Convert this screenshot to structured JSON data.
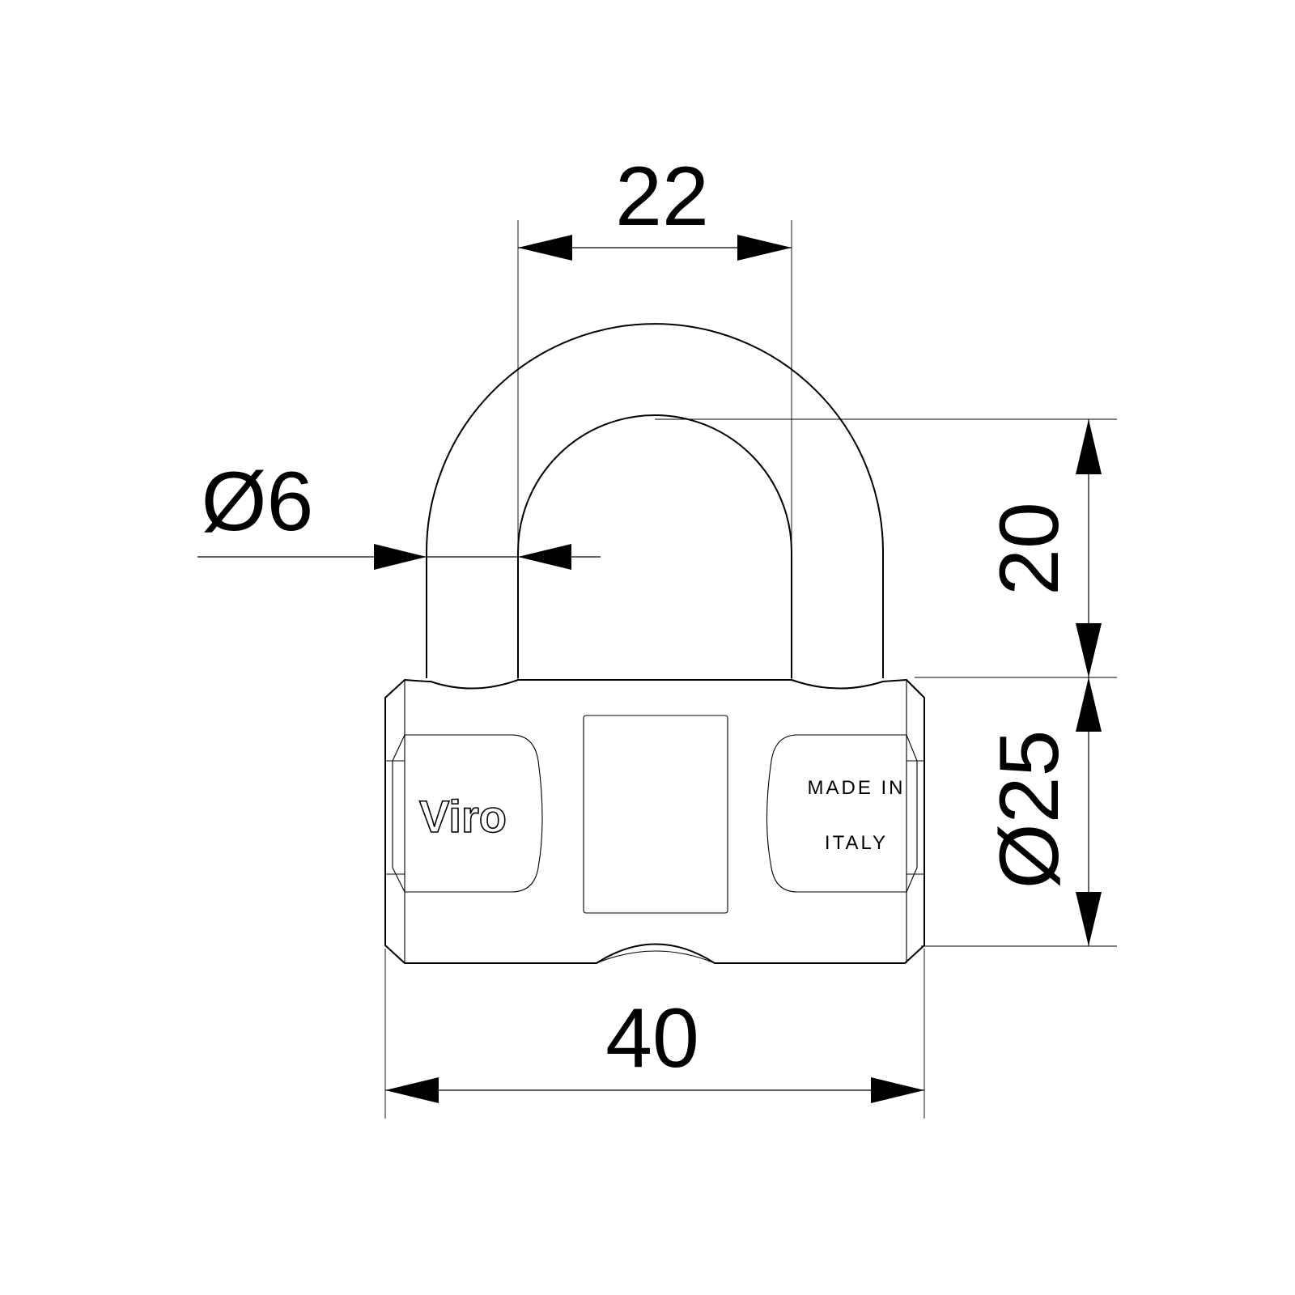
{
  "dimensions": {
    "shackle_clearance_width": "22",
    "shackle_diameter": "Ø6",
    "shackle_clearance_height": "20",
    "body_thickness": "Ø25",
    "body_width": "40"
  },
  "engravings": {
    "brand": "Viro",
    "origin_line1": "MADE IN",
    "origin_line2": "ITALY"
  },
  "colors": {
    "line": "#000000",
    "background": "#ffffff"
  }
}
